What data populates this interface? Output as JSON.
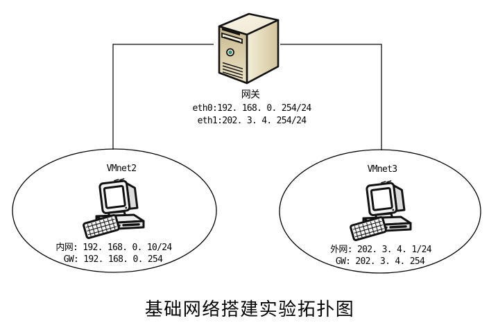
{
  "diagram": {
    "title": "基础网络搭建实验拓扑图",
    "gateway": {
      "label": "网关",
      "icon": "server-tower-icon",
      "eth0": "eth0:192. 168. 0. 254/24",
      "eth1": "eth1:202. 3. 4. 254/24"
    },
    "networks": [
      {
        "name": "VMnet2",
        "icon": "desktop-computer-icon",
        "line1": "内网: 192. 168. 0. 10/24",
        "line2": "GW: 192. 168. 0. 254"
      },
      {
        "name": "VMnet3",
        "icon": "desktop-computer-icon",
        "line1": "外网: 202. 3. 4. 1/24",
        "line2": "GW: 202. 3. 4. 254"
      }
    ],
    "colors": {
      "background": "#ffffff",
      "line": "#000000",
      "text": "#000000",
      "server_front": "#c6b78d",
      "server_side": "#d3c59c",
      "server_top": "#f9f5e7",
      "power_led": "#2f9e8f",
      "computer_body": "#f5f5f5"
    }
  }
}
